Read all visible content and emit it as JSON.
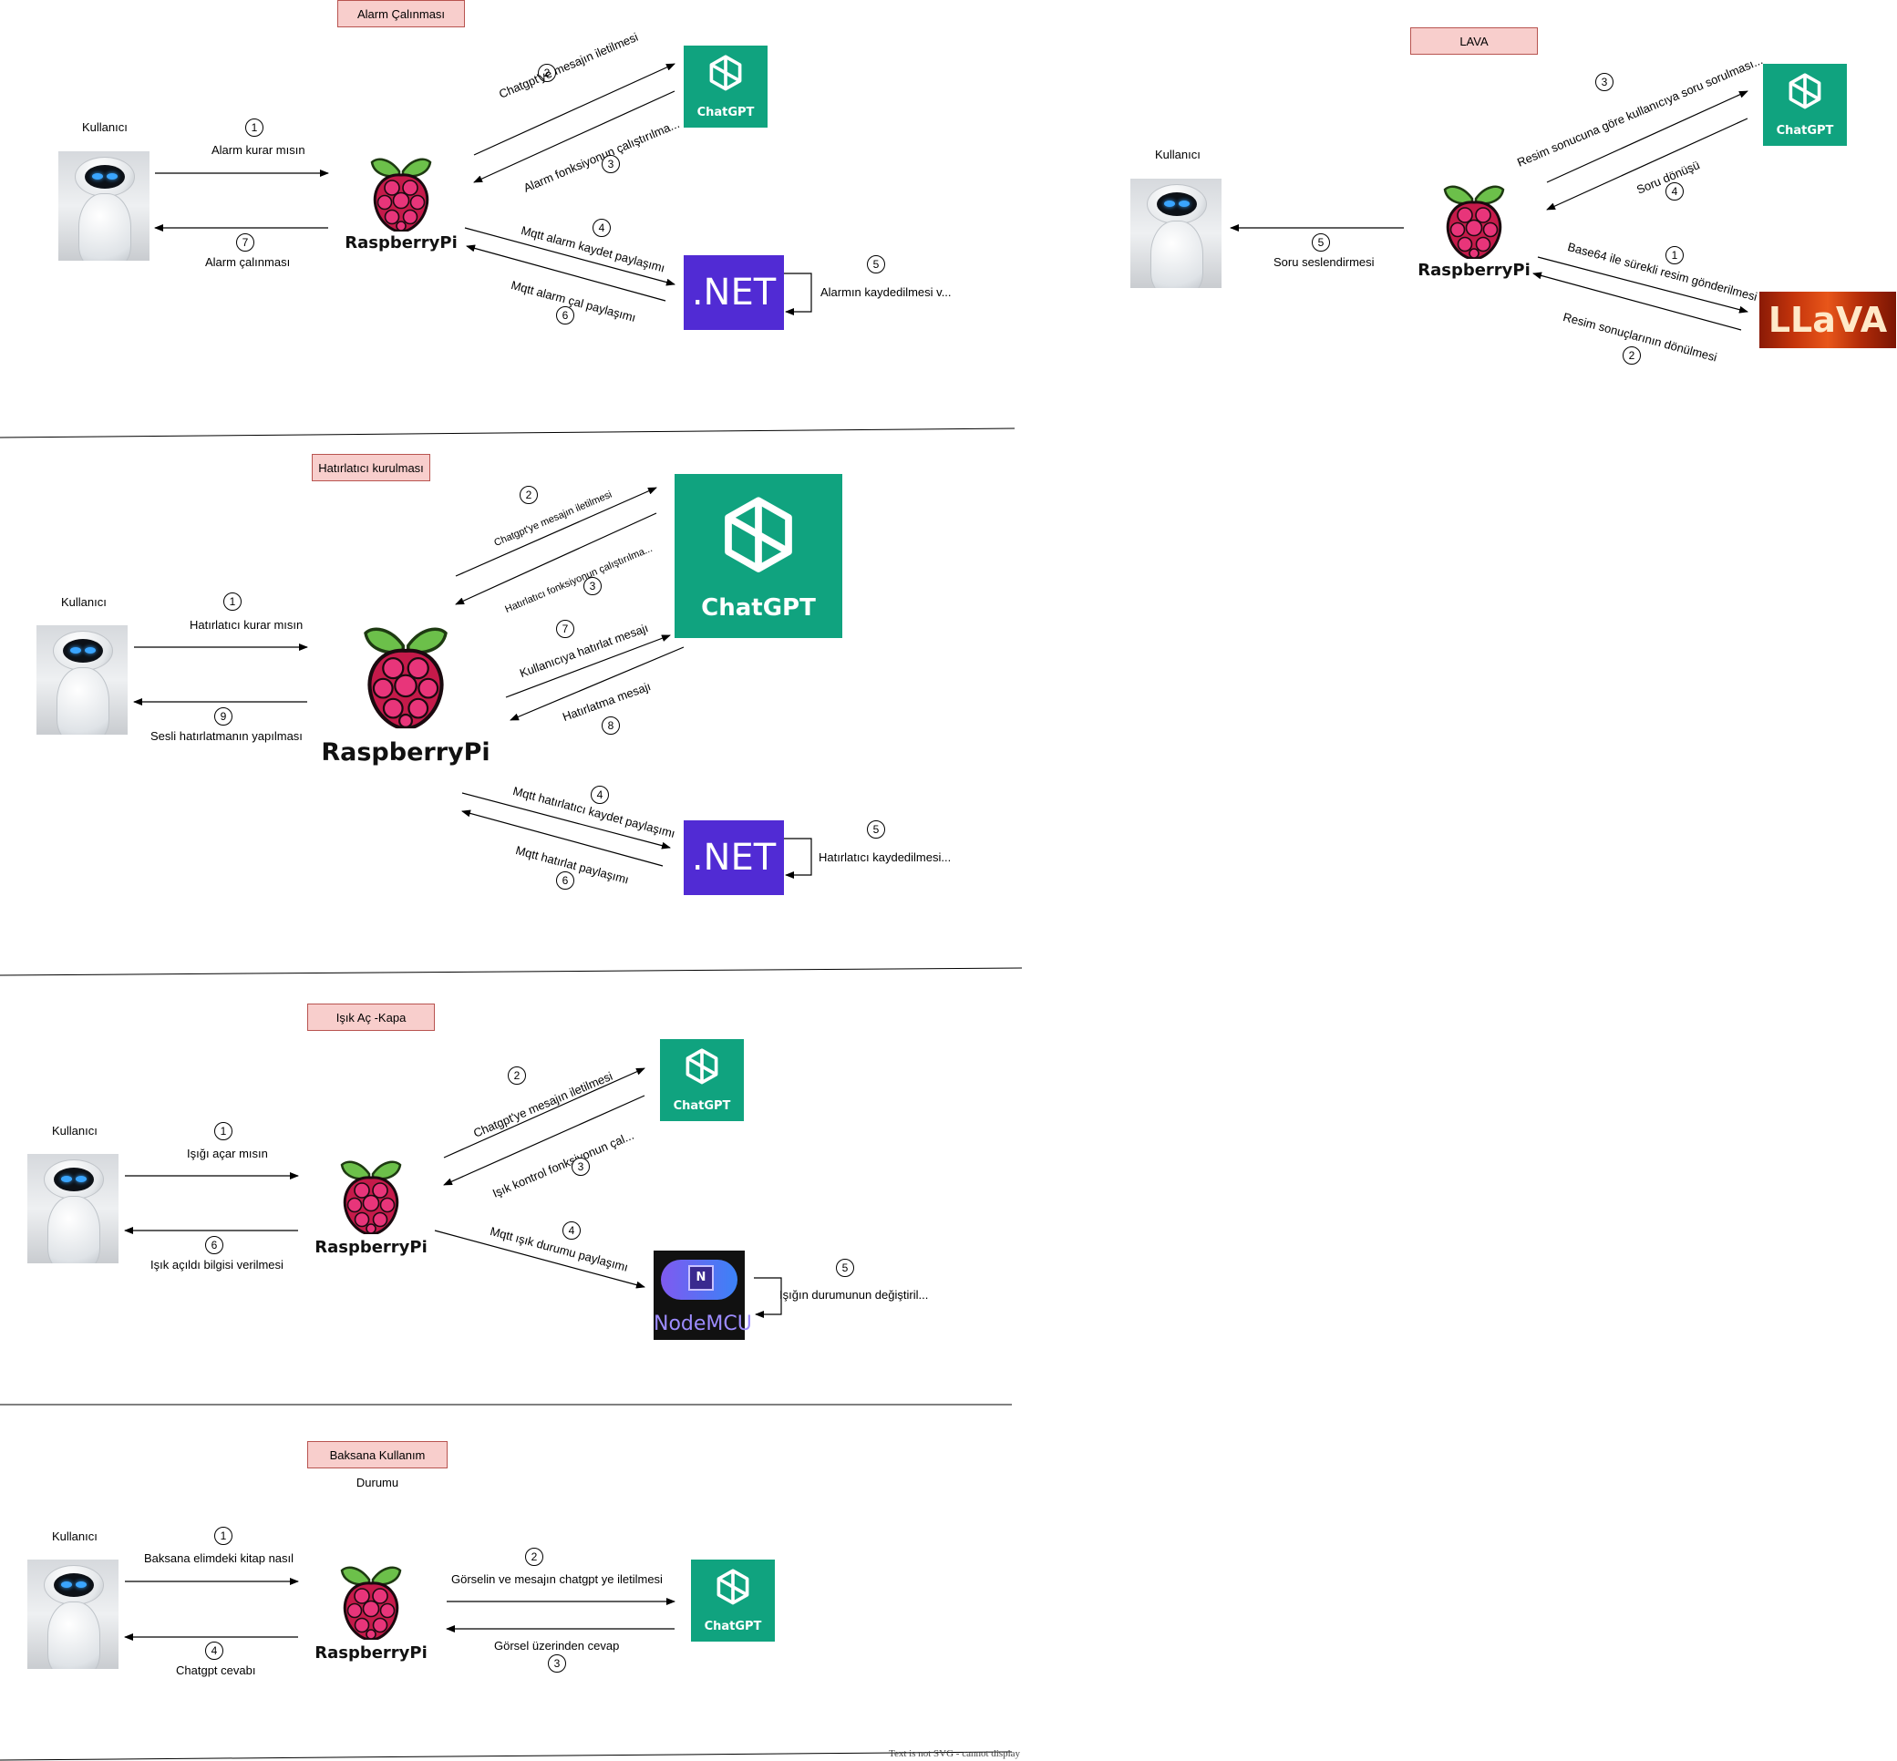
{
  "sections": {
    "alarm": {
      "title": "Alarm Çalınması",
      "user": "Kullanıcı",
      "steps": [
        {
          "num": "1",
          "text": "Alarm kurar mısın"
        },
        {
          "num": "2",
          "text": "Chatgpt'ye mesajın iletilmesi"
        },
        {
          "num": "3",
          "text": "Alarm fonksiyonun çalıştırılma..."
        },
        {
          "num": "4",
          "text": "Mqtt alarm kaydet paylaşımı"
        },
        {
          "num": "5",
          "text": "Alarmın kaydedilmesi v..."
        },
        {
          "num": "6",
          "text": "Mqtt alarm çal paylaşımı"
        },
        {
          "num": "7",
          "text": "Alarm çalınması"
        }
      ]
    },
    "reminder": {
      "title": "Hatırlatıcı kurulması",
      "user": "Kullanıcı",
      "steps": [
        {
          "num": "1",
          "text": "Hatırlatıcı kurar mısın"
        },
        {
          "num": "2",
          "text": "Chatgpt'ye mesajın iletilmesi"
        },
        {
          "num": "3",
          "text": "Hatırlatıcı fonksiyonun çalıştırılma..."
        },
        {
          "num": "4",
          "text": "Mqtt hatırlatıcı kaydet paylaşımı"
        },
        {
          "num": "5",
          "text": "Hatırlatıcı kaydedilmesi..."
        },
        {
          "num": "6",
          "text": "Mqtt hatırlat paylaşımı"
        },
        {
          "num": "7",
          "text": "Kullanıcıya hatırlat mesajı"
        },
        {
          "num": "8",
          "text": "Hatırlatma mesajı"
        },
        {
          "num": "9",
          "text": "Sesli hatırlatmanın yapılması"
        }
      ]
    },
    "light": {
      "title": "Işık Aç -Kapa",
      "user": "Kullanıcı",
      "steps": [
        {
          "num": "1",
          "text": "Işığı açar mısın"
        },
        {
          "num": "2",
          "text": "Chatgpt'ye mesajın iletilmesi"
        },
        {
          "num": "3",
          "text": "Işık kontrol fonksiyonun çal..."
        },
        {
          "num": "4",
          "text": "Mqtt ışık durumu paylaşımı"
        },
        {
          "num": "5",
          "text": "Işığın durumunun değiştiril..."
        },
        {
          "num": "6",
          "text": "Işık açıldı bilgisi verilmesi"
        }
      ]
    },
    "baksana": {
      "title": "Baksana Kullanım Durumu",
      "user": "Kullanıcı",
      "steps": [
        {
          "num": "1",
          "text": "Baksana elimdeki kitap nasıl"
        },
        {
          "num": "2",
          "text": "Görselin ve mesajın chatgpt ye iletilmesi"
        },
        {
          "num": "3",
          "text": "Görsel üzerinden cevap"
        },
        {
          "num": "4",
          "text": "Chatgpt cevabı"
        }
      ]
    },
    "lava": {
      "title": "LAVA",
      "user": "Kullanıcı",
      "steps": [
        {
          "num": "1",
          "text": "Base64 ile sürekli resim gönderilmesi"
        },
        {
          "num": "2",
          "text": "Resim sonuçlarının dönülmesi"
        },
        {
          "num": "3",
          "text": "Resim sonucuna göre kullanıcıya soru sorulması..."
        },
        {
          "num": "4",
          "text": "Soru dönüşü"
        },
        {
          "num": "5",
          "text": "Soru seslendirmesi"
        }
      ]
    }
  },
  "logos": {
    "chatgpt": "ChatGPT",
    "raspberrypi": "RaspberryPi",
    "dotnet": ".NET",
    "llava": "LLaVA",
    "nodemcu": "NodeMCU",
    "nodemcu_chip": "N"
  },
  "colors": {
    "title_fill": "#f8cecc",
    "title_border": "#b85450",
    "chatgpt_green": "#10a37f",
    "dotnet_purple": "#512bd4",
    "raspberry_red": "#c51a4a",
    "leaf_green": "#6cc04a"
  },
  "icons": [
    "robot-avatar-icon",
    "raspberry-pi-logo-icon",
    "chatgpt-logo-icon",
    "dotnet-logo-icon",
    "llava-logo-icon",
    "nodemcu-logo-icon"
  ],
  "footer": "Text is not SVG - cannot display"
}
